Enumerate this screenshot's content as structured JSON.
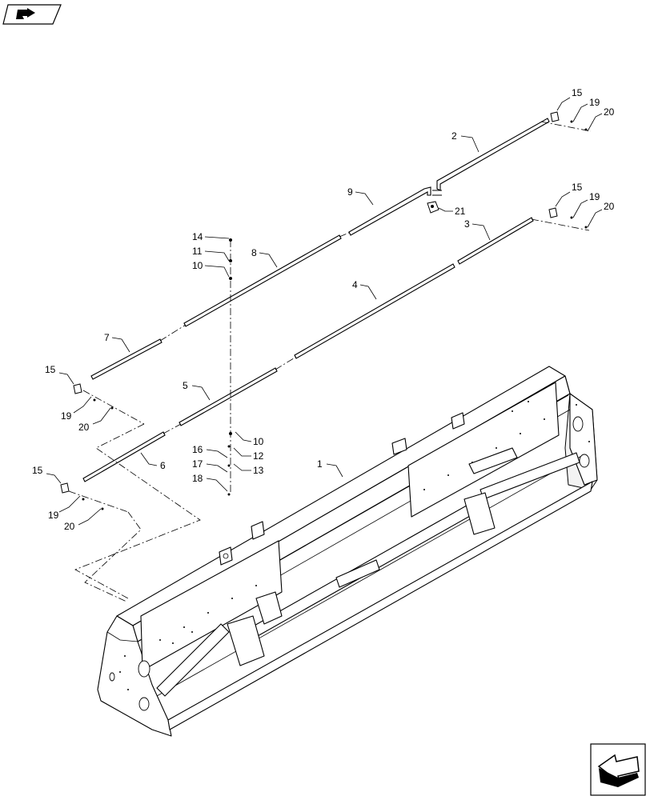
{
  "callouts": [
    {
      "id": "c1",
      "text": "1"
    },
    {
      "id": "c2",
      "text": "2"
    },
    {
      "id": "c3",
      "text": "3"
    },
    {
      "id": "c4",
      "text": "4"
    },
    {
      "id": "c5",
      "text": "5"
    },
    {
      "id": "c6",
      "text": "6"
    },
    {
      "id": "c7",
      "text": "7"
    },
    {
      "id": "c8",
      "text": "8"
    },
    {
      "id": "c9",
      "text": "9"
    },
    {
      "id": "c10a",
      "text": "10"
    },
    {
      "id": "c10b",
      "text": "10"
    },
    {
      "id": "c11",
      "text": "11"
    },
    {
      "id": "c12",
      "text": "12"
    },
    {
      "id": "c13",
      "text": "13"
    },
    {
      "id": "c14",
      "text": "14"
    },
    {
      "id": "c15a",
      "text": "15"
    },
    {
      "id": "c15b",
      "text": "15"
    },
    {
      "id": "c15c",
      "text": "15"
    },
    {
      "id": "c15d",
      "text": "15"
    },
    {
      "id": "c16",
      "text": "16"
    },
    {
      "id": "c17",
      "text": "17"
    },
    {
      "id": "c18",
      "text": "18"
    },
    {
      "id": "c19a",
      "text": "19"
    },
    {
      "id": "c19b",
      "text": "19"
    },
    {
      "id": "c19c",
      "text": "19"
    },
    {
      "id": "c19d",
      "text": "19"
    },
    {
      "id": "c20a",
      "text": "20"
    },
    {
      "id": "c20b",
      "text": "20"
    },
    {
      "id": "c20c",
      "text": "20"
    },
    {
      "id": "c20d",
      "text": "20"
    },
    {
      "id": "c21",
      "text": "21"
    }
  ],
  "icons": {
    "top_left": "book-arrow-icon",
    "bottom_right": "next-page-arrow-icon"
  }
}
